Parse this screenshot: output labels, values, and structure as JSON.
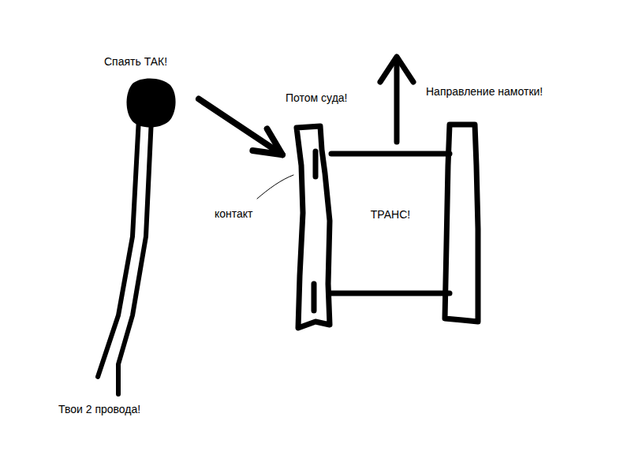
{
  "diagram": {
    "nodes": [
      {
        "text": [
          "Спаять ТАК!"
        ]
      },
      {
        "text": [
          "ТРАНС!"
        ]
      }
    ],
    "edges": [
      {
        "from": 0,
        "to": 1,
        "arrow": "to"
      }
    ],
    "labels": [
      "Потом суда!",
      "Направление намотки!",
      "контакт",
      "Твои 2 провода!"
    ]
  }
}
